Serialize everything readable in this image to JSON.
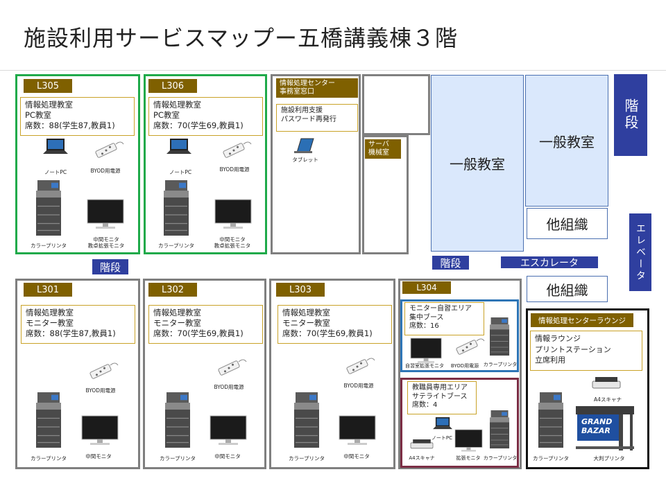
{
  "title": "施設利用サービスマップー五橋講義棟３階",
  "rooms": {
    "l305": {
      "name": "L305",
      "info": [
        "情報処理教室",
        "PC教室",
        "席数：88(学生87,教員1)"
      ]
    },
    "l306": {
      "name": "L306",
      "info": [
        "情報処理教室",
        "PC教室",
        "席数：70(学生69,教員1)"
      ]
    },
    "l301": {
      "name": "L301",
      "info": [
        "情報処理教室",
        "モニター教室",
        "席数：88(学生87,教員1)"
      ]
    },
    "l302": {
      "name": "L302",
      "info": [
        "情報処理教室",
        "モニター教室",
        "席数：70(学生69,教員1)"
      ]
    },
    "l303": {
      "name": "L303",
      "info": [
        "情報処理教室",
        "モニター教室",
        "席数：70(学生69,教員1)"
      ]
    },
    "l304": {
      "name": "L304"
    },
    "office": {
      "name": [
        "情報処理センター",
        "事務室窓口"
      ],
      "info": [
        "施設利用支援",
        "パスワード再発行"
      ]
    },
    "server": {
      "name": [
        "サーバ",
        "機械室"
      ]
    },
    "monitor_area": {
      "info": [
        "モニター自習エリア",
        "集中ブース",
        "席数：16"
      ]
    },
    "staff_area": {
      "info": [
        "教職員専用エリア",
        "サテライトブース",
        "席数：4"
      ]
    },
    "lounge": {
      "name": "情報処理センターラウンジ",
      "info": [
        "情報ラウンジ",
        "プリントステーション",
        "立席利用"
      ]
    }
  },
  "labels": {
    "notebook_pc": "ノートPC",
    "byod_power": "BYOD用電源",
    "color_printer": "カラープリンタ",
    "middle_monitor": "中間モニタ",
    "podium_monitor": "教卓拡張モニタ",
    "tablet": "タブレット",
    "self_study_monitor": "自習室拡張モニタ",
    "ext_monitor": "拡張モニタ",
    "a4_scanner": "A4スキャナ",
    "large_printer": "大判プリンタ",
    "poster_line1": "GRAND",
    "poster_line2": "BAZAR"
  },
  "map": {
    "general_room": "一般教室",
    "other_org": "他組織",
    "stairs": "階段",
    "escalator": "エスカレータ",
    "elevator": "エレベータ"
  },
  "colors": {
    "tag": "#7f6000",
    "navy": "#2f3f9f",
    "general": "#dae8fc",
    "green": "#1faa4a",
    "maroon": "#7b2d44",
    "blue": "#2e75b6"
  }
}
